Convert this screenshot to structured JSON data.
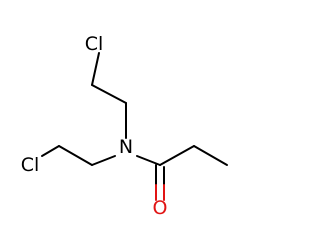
{
  "molecule": {
    "atoms": {
      "cl_top": {
        "symbol": "Cl",
        "color": "#000000"
      },
      "cl_left": {
        "symbol": "Cl",
        "color": "#000000"
      },
      "nitrogen": {
        "symbol": "N",
        "color": "#000000"
      },
      "oxygen": {
        "symbol": "O",
        "color": "#e11414"
      }
    },
    "colors": {
      "bond": "#000000",
      "oxygen": "#e11414",
      "background": "#ffffff"
    }
  }
}
